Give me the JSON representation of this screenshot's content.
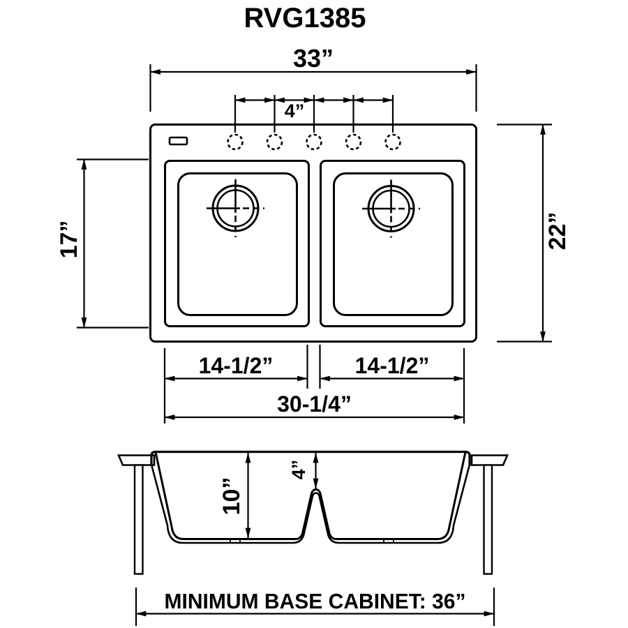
{
  "title": "RVG1385",
  "colors": {
    "ink": "#000000",
    "background": "#ffffff"
  },
  "top_view": {
    "faucet_hole_count": 5,
    "dims": {
      "overall_width": "33”",
      "faucet_hole_spacing": "4”",
      "bowl_front_to_back": "17”",
      "overall_depth": "22”",
      "left_bowl_width": "14-1/2”",
      "right_bowl_width": "14-1/2”",
      "bowls_overall_width": "30-1/4”"
    }
  },
  "front_view": {
    "dims": {
      "bowl_depth": "10”",
      "divider_height_offset": "4”"
    }
  },
  "footer": {
    "cabinet_note": "MINIMUM BASE CABINET: 36”"
  }
}
